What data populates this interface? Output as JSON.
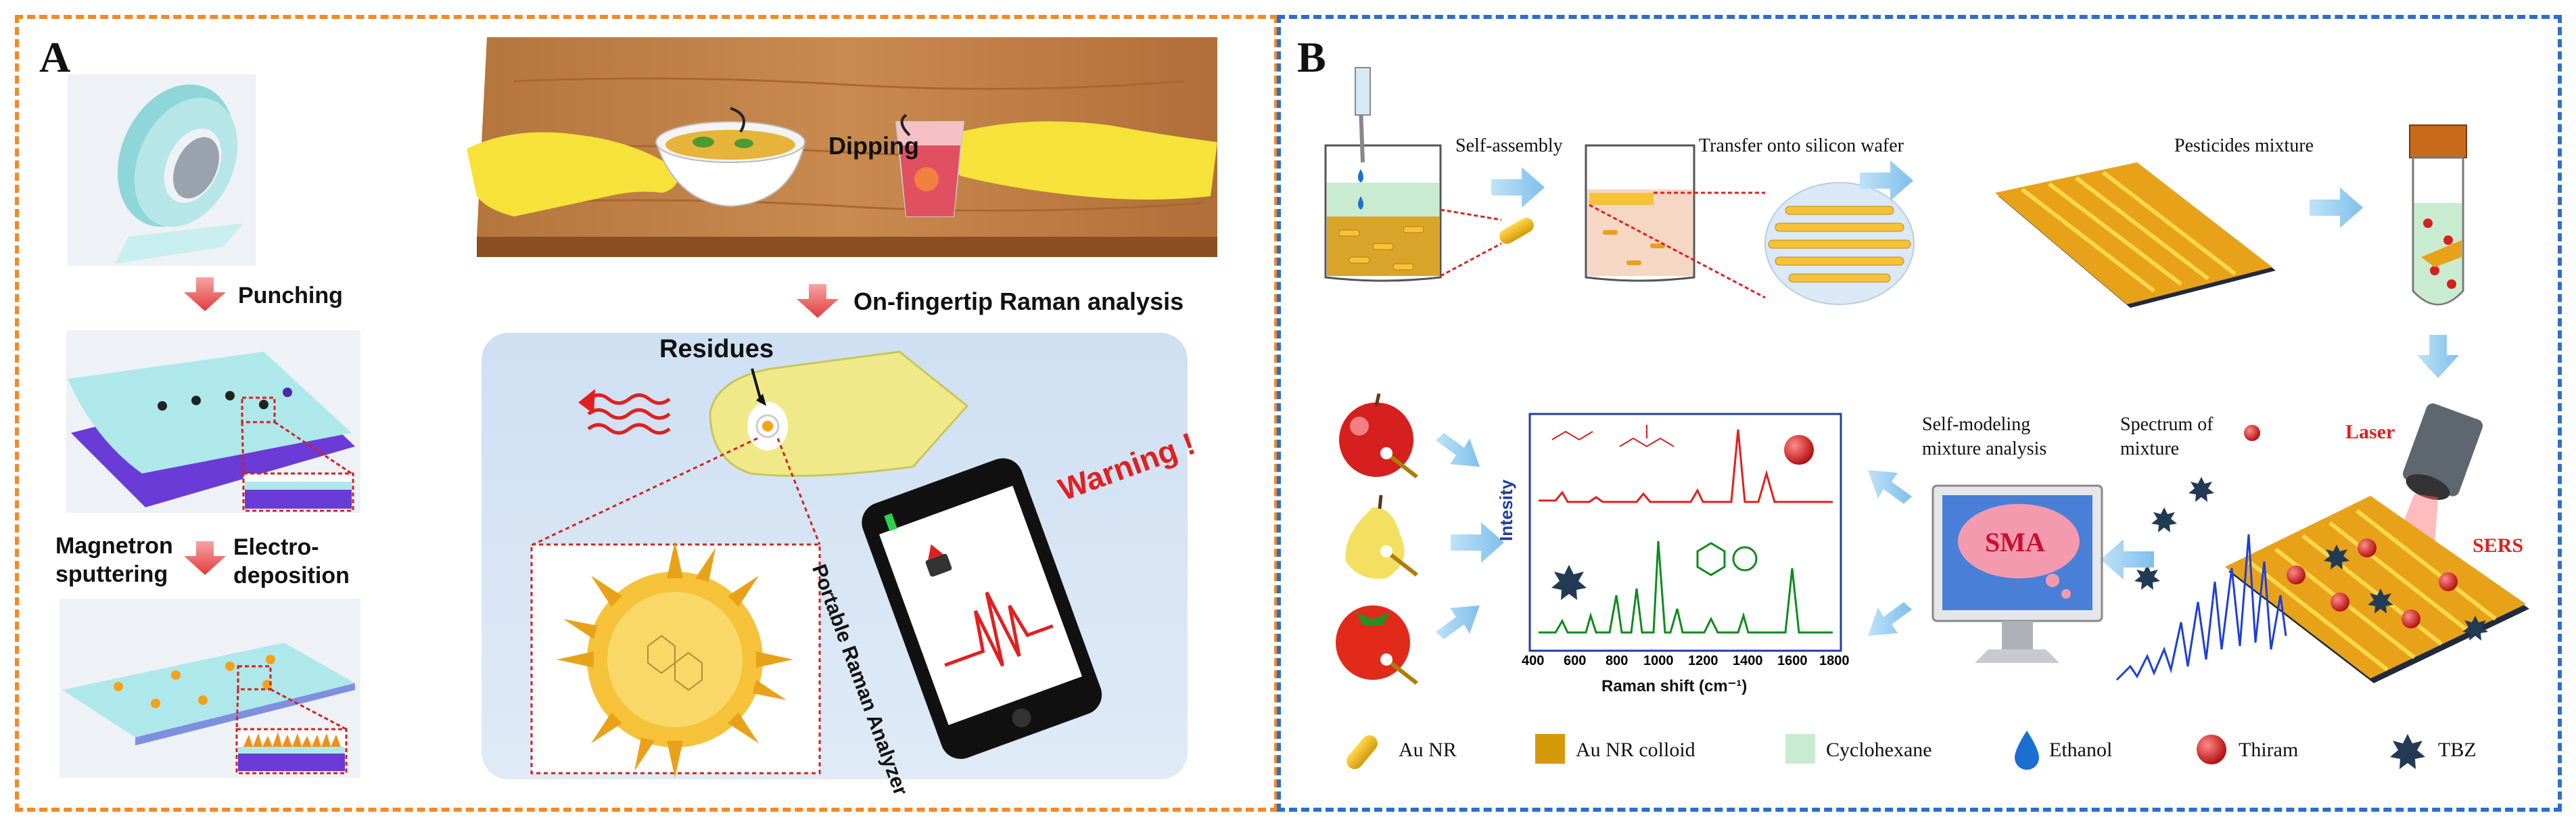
{
  "panel_a": {
    "label": "A",
    "steps": {
      "punching": "Punching",
      "magnetron": "Magnetron",
      "sputtering": "sputtering",
      "electro": "Electro-",
      "deposition": "deposition"
    },
    "dipping": "Dipping",
    "on_fingertip": "On-fingertip Raman analysis",
    "residues": "Residues",
    "warning": "Warning !",
    "analyzer": "Portable Raman Analyzer"
  },
  "panel_b": {
    "label": "B",
    "self_assembly": "Self-assembly",
    "transfer": "Transfer onto silicon wafer",
    "pesticides": "Pesticides mixture",
    "laser": "Laser",
    "sers": "SERS",
    "spectrum_line1": "Spectrum of",
    "spectrum_line2": "mixture",
    "selfmodel_line1": "Self-modeling",
    "selfmodel_line2": "mixture analysis",
    "sma": "SMA",
    "plot": {
      "ylabel": "Intesity",
      "xlabel": "Raman shift (cm⁻¹)",
      "ticks": [
        "400",
        "600",
        "800",
        "1000",
        "1200",
        "1400",
        "1600",
        "1800"
      ]
    },
    "legend": [
      {
        "label": "Au NR",
        "icon": "au-nr-icon"
      },
      {
        "label": "Au NR colloid",
        "icon": "colloid-icon"
      },
      {
        "label": "Cyclohexane",
        "icon": "cyclohexane-icon"
      },
      {
        "label": "Ethanol",
        "icon": "ethanol-drop-icon"
      },
      {
        "label": "Thiram",
        "icon": "thiram-sphere-icon"
      },
      {
        "label": "TBZ",
        "icon": "tbz-star-icon"
      }
    ],
    "colors": {
      "thiram": "#d81e1e",
      "tbz": "#0f8a1f",
      "arrow": "#8cc8ee",
      "laser": "#e02020"
    }
  }
}
